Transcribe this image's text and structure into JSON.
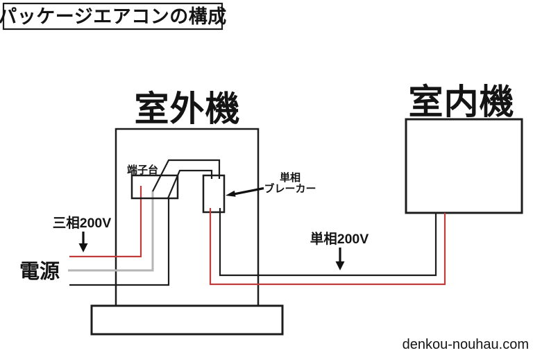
{
  "title": "パッケージエアコンの構成",
  "labels": {
    "outdoor_unit": "室外機",
    "indoor_unit": "室内機",
    "terminal_block": "端子台",
    "breaker_line1": "単相",
    "breaker_line2": "ブレーカー",
    "three_phase": "三相200V",
    "single_phase": "単相200V",
    "power_source": "電源"
  },
  "watermark": "denkou-nouhau.com",
  "colors": {
    "line_black": "#1c1c1c",
    "wire_red": "#c13b3b",
    "wire_gray": "#b5b5b5",
    "watermark_gray": "#b0b0b0"
  }
}
